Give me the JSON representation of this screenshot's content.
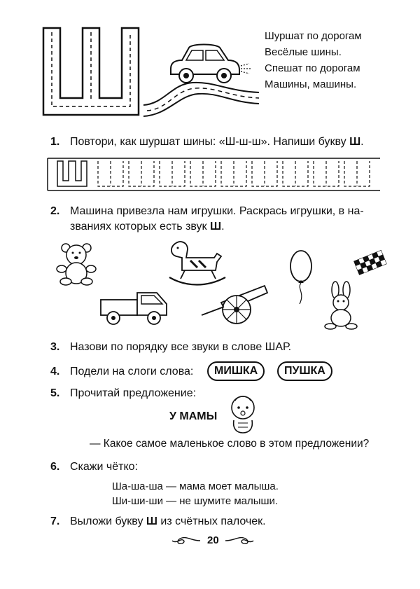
{
  "poem": {
    "lines": [
      "Шуршат по дорогам",
      "Весёлые шины.",
      "Спешат по дорогам",
      "Машины, машины."
    ]
  },
  "tasks": [
    {
      "num": "1.",
      "text_before": "Повтори, как шуршат шины: «Ш-ш-ш». Напиши букву ",
      "bold": "Ш",
      "text_after": "."
    },
    {
      "num": "2.",
      "line1": "Машина привезла нам игрушки. Раскрась игрушки, в на-",
      "line2_before": "званиях которых есть звук ",
      "bold": "Ш",
      "line2_after": "."
    },
    {
      "num": "3.",
      "text": "Назови по порядку все звуки в слове ШАР."
    },
    {
      "num": "4.",
      "text": "Подели на слоги слова:",
      "words": [
        "МИШКА",
        "ПУШКА"
      ]
    },
    {
      "num": "5.",
      "text": "Прочитай предложение:",
      "sentence": "У МАМЫ",
      "question": "— Какое самое маленькое слово в этом предложении?"
    },
    {
      "num": "6.",
      "text": "Скажи чётко:",
      "lines": [
        "Ша-ша-ша — мама моет малыша.",
        "Ши-ши-ши — не шумите малыши."
      ]
    },
    {
      "num": "7.",
      "text_before": "Выложи букву ",
      "bold": "Ш",
      "text_after": " из счётных палочек."
    }
  ],
  "page_number": "20",
  "icons": [
    "letter-sha-outline-icon",
    "car-icon",
    "road-icon",
    "teddy-bear-icon",
    "rocking-horse-icon",
    "balloon-icon",
    "checkered-flag-icon",
    "truck-icon",
    "cannon-icon",
    "bunny-icon",
    "baby-icon"
  ]
}
